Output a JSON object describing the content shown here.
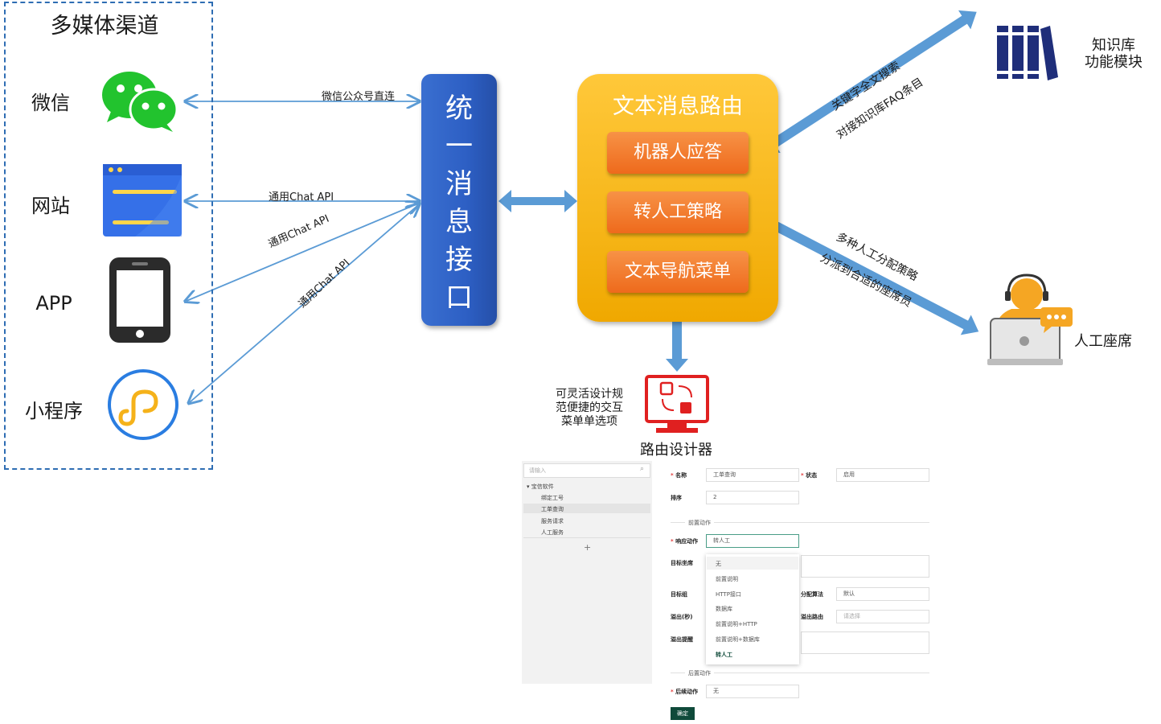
{
  "channels": {
    "title": "多媒体渠道",
    "items": [
      {
        "label": "微信",
        "icon": "wechat-icon"
      },
      {
        "label": "网站",
        "icon": "website-icon"
      },
      {
        "label": "APP",
        "icon": "mobile-app-icon"
      },
      {
        "label": "小程序",
        "icon": "mini-program-icon"
      }
    ]
  },
  "edges": {
    "wechat": "微信公众号直连",
    "website": "通用Chat API",
    "app": "通用Chat API",
    "miniprogram": "通用Chat API",
    "knowledge_1": "关键字全文搜索",
    "knowledge_2": "对接知识库FAQ条目",
    "agent_1": "多种人工分配策略",
    "agent_2": "分派到合适的座席员"
  },
  "unified_interface": {
    "chars": [
      "统",
      "一",
      "消",
      "息",
      "接",
      "口"
    ]
  },
  "router": {
    "title": "文本消息路由",
    "items": [
      "机器人应答",
      "转人工策略",
      "文本导航菜单"
    ]
  },
  "knowledge": {
    "line1": "知识库",
    "line2": "功能模块",
    "icon": "library-books-icon"
  },
  "agent": {
    "label": "人工座席",
    "icon": "headset-agent-icon"
  },
  "designer": {
    "label": "路由设计器",
    "note_lines": [
      "可灵活设计规",
      "范便捷的交互",
      "菜单单选项"
    ],
    "icon": "routing-designer-icon",
    "search_placeholder": "请输入",
    "tree": {
      "root": "宝信软件",
      "children": [
        "绑定工号",
        "工单查询",
        "服务请求",
        "人工服务"
      ],
      "add": "+"
    },
    "form": {
      "name_label": "名称",
      "name_value": "工单查询",
      "status_label": "状态",
      "status_value": "启用",
      "order_label": "排序",
      "order_value": "2",
      "pre_section": "前置动作",
      "response_label": "响应动作",
      "response_value": "转人工",
      "target_seat_label": "目标坐席",
      "target_group_label": "目标组",
      "algo_label": "分配算法",
      "algo_value": "默认",
      "overflow_sec_label": "溢出(秒)",
      "overflow_route_label": "溢出路由",
      "overflow_route_placeholder": "请选择",
      "overflow_tip_label": "溢出提醒",
      "post_section": "后置动作",
      "post_label": "后续动作",
      "post_value": "无",
      "confirm": "确定"
    },
    "dropdown_options": [
      "无",
      "前置说明",
      "HTTP接口",
      "数据库",
      "前置说明+HTTP",
      "前置说明+数据库",
      "转人工"
    ]
  },
  "colors": {
    "arrow_blue": "#5b9bd5",
    "interface_blue": "#2f62c4",
    "router_yellow": "#f6b619",
    "router_item_orange": "#ee6a1c",
    "designer_red": "#e02020",
    "knowledge_navy": "#1f2e7a"
  }
}
